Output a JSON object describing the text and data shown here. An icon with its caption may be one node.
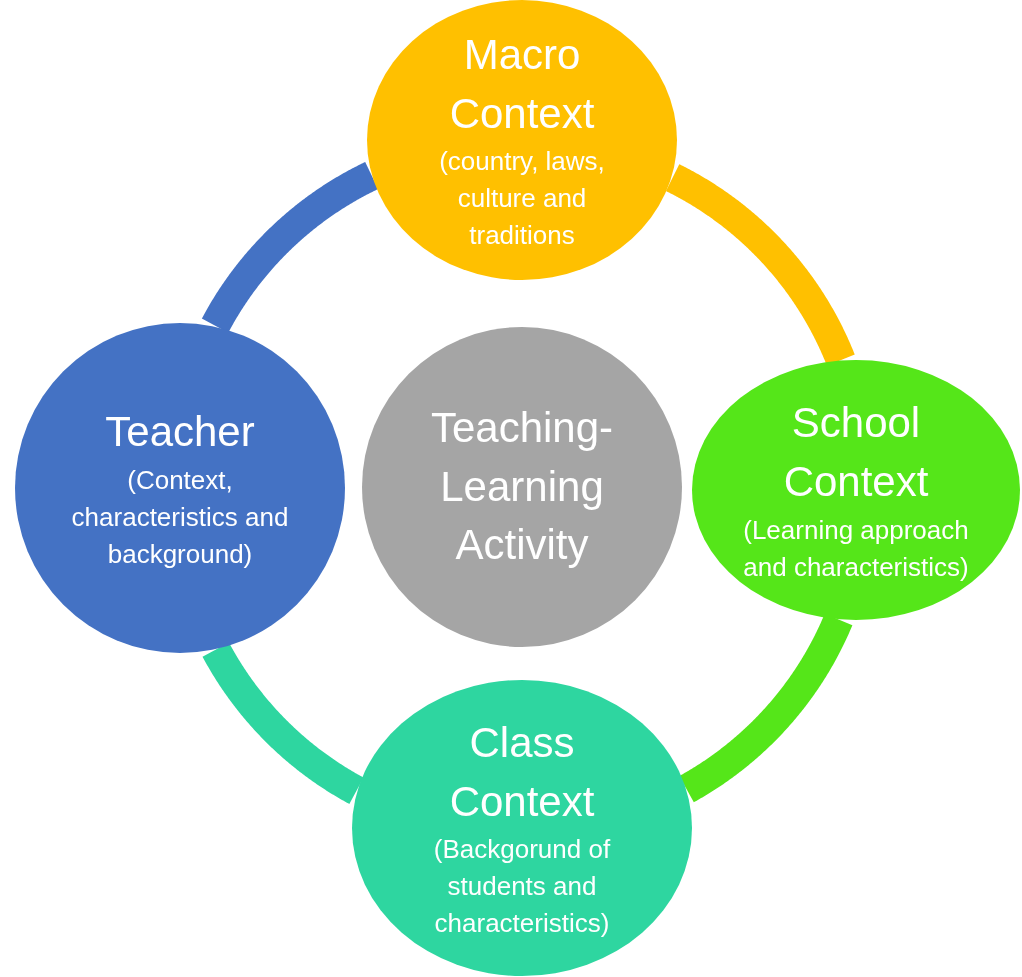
{
  "diagram": {
    "nodes": [
      {
        "text": [
          "Macro Context",
          "(country, laws, culture and traditions"
        ]
      },
      {
        "text": [
          "School Context",
          "(Learning approach and characteristics)"
        ]
      },
      {
        "text": [
          "Class Context",
          "(Backgorund of students and characteristics)"
        ]
      },
      {
        "text": [
          "Teacher",
          "(Context, characteristics and background)"
        ]
      },
      {
        "text": [
          "Teaching-Learning Activity"
        ]
      }
    ],
    "edges": [
      {
        "from": 0,
        "to": 1,
        "arrow": "none",
        "color": "#ffc000"
      },
      {
        "from": 1,
        "to": 2,
        "arrow": "none",
        "color": "#55e619"
      },
      {
        "from": 2,
        "to": 3,
        "arrow": "none",
        "color": "#2ed6a0"
      },
      {
        "from": 3,
        "to": 0,
        "arrow": "none",
        "color": "#4472c4"
      }
    ]
  }
}
